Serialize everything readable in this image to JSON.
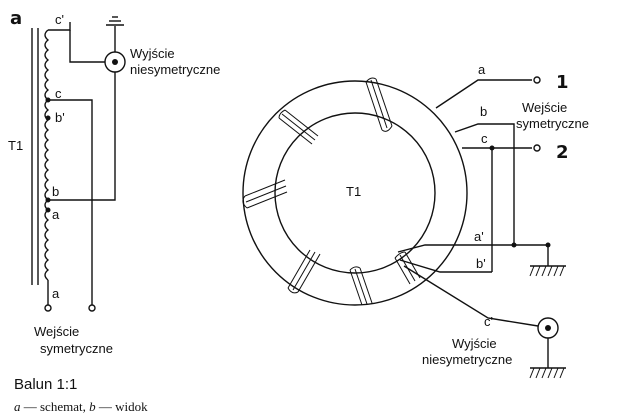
{
  "figure": {
    "panel_letter": "a",
    "schematic": {
      "core_label": "T1",
      "terminals": [
        "c'",
        "c",
        "b'",
        "b",
        "a",
        "a"
      ],
      "output_label_line1": "Wyjście",
      "output_label_line2": "niesymetryczne",
      "input_label_line1": "Wejście",
      "input_label_line2": "symetryczne"
    },
    "view": {
      "core_label": "T1",
      "terminals": [
        "a",
        "b",
        "c",
        "a'",
        "b'",
        "c'"
      ],
      "pin1": "1",
      "pin2": "2",
      "input_label_line1": "Wejście",
      "input_label_line2": "symetryczne",
      "output_label_line1": "Wyjście",
      "output_label_line2": "niesymetryczne"
    }
  },
  "caption": {
    "title": "Balun 1:1",
    "letter_a": "a",
    "part_a": " — schemat, ",
    "letter_b": "b",
    "part_b": " — widok"
  }
}
